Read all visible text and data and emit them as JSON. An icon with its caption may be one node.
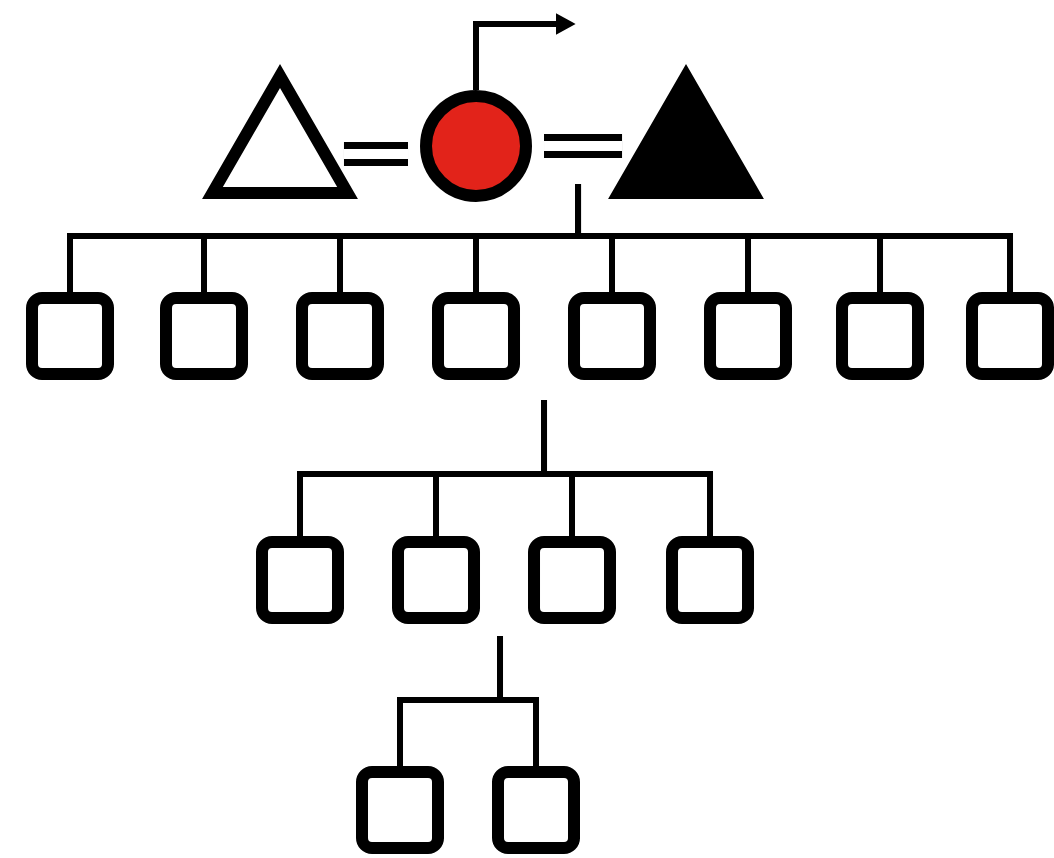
{
  "diagram": {
    "nodes": [
      {
        "text": [],
        "shape": "triangle"
      },
      {
        "text": [],
        "shape": "circle"
      },
      {
        "text": [],
        "shape": "triangle"
      },
      {
        "text": [],
        "shape": "box"
      },
      {
        "text": [],
        "shape": "box"
      },
      {
        "text": [],
        "shape": "box"
      },
      {
        "text": [],
        "shape": "box"
      },
      {
        "text": [],
        "shape": "box"
      },
      {
        "text": [],
        "shape": "box"
      },
      {
        "text": [],
        "shape": "box"
      },
      {
        "text": [],
        "shape": "box"
      },
      {
        "text": [],
        "shape": "box"
      },
      {
        "text": [],
        "shape": "box"
      },
      {
        "text": [],
        "shape": "box"
      },
      {
        "text": [],
        "shape": "box"
      },
      {
        "text": [],
        "shape": "box"
      },
      {
        "text": [],
        "shape": "box"
      }
    ],
    "edges": [
      {
        "from": 0,
        "to": 1,
        "arrow": "none",
        "style": "thick"
      },
      {
        "from": 1,
        "to": 2,
        "arrow": "none",
        "style": "thick"
      },
      {
        "from": 1,
        "to": null,
        "arrow": "to"
      },
      {
        "from": null,
        "to": 3,
        "arrow": "none"
      },
      {
        "from": null,
        "to": 4,
        "arrow": "none"
      },
      {
        "from": null,
        "to": 5,
        "arrow": "none"
      },
      {
        "from": null,
        "to": 6,
        "arrow": "none"
      },
      {
        "from": null,
        "to": 7,
        "arrow": "none"
      },
      {
        "from": null,
        "to": 8,
        "arrow": "none"
      },
      {
        "from": null,
        "to": 9,
        "arrow": "none"
      },
      {
        "from": null,
        "to": 10,
        "arrow": "none"
      },
      {
        "from": null,
        "to": 11,
        "arrow": "none"
      },
      {
        "from": null,
        "to": 12,
        "arrow": "none"
      },
      {
        "from": null,
        "to": 13,
        "arrow": "none"
      },
      {
        "from": null,
        "to": 14,
        "arrow": "none"
      },
      {
        "from": null,
        "to": 15,
        "arrow": "none"
      },
      {
        "from": null,
        "to": 16,
        "arrow": "none"
      }
    ]
  }
}
